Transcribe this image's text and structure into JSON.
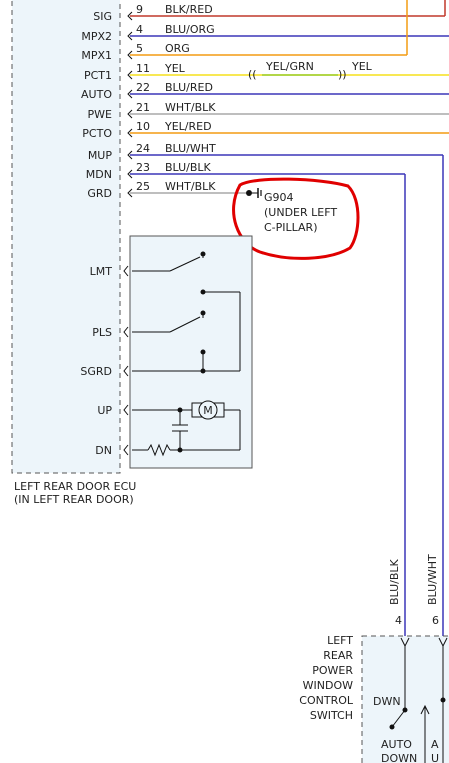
{
  "connector_pins": [
    {
      "label": "SIG",
      "pin": "9",
      "wire": "BLK/RED",
      "color": "#c0392b"
    },
    {
      "label": "MPX2",
      "pin": "4",
      "wire": "BLU/ORG",
      "color": "#3b36b8"
    },
    {
      "label": "MPX1",
      "pin": "5",
      "wire": "ORG",
      "color": "#f39c12"
    },
    {
      "label": "PCT1",
      "pin": "11",
      "wire": "YEL",
      "color": "#f5e11b"
    },
    {
      "label": "AUTO",
      "pin": "22",
      "wire": "BLU/RED",
      "color": "#3b36b8"
    },
    {
      "label": "PWE",
      "pin": "21",
      "wire": "WHT/BLK",
      "color": "#a9a9a9"
    },
    {
      "label": "PCTO",
      "pin": "10",
      "wire": "YEL/RED",
      "color": "#f39c12"
    },
    {
      "label": "MUP",
      "pin": "24",
      "wire": "BLU/WHT",
      "color": "#3b36b8"
    },
    {
      "label": "MDN",
      "pin": "23",
      "wire": "BLU/BLK",
      "color": "#3b36b8"
    },
    {
      "label": "GRD",
      "pin": "25",
      "wire": "WHT/BLK",
      "color": "#a9a9a9"
    }
  ],
  "splice": {
    "label": "YEL/GRN",
    "after": "YEL",
    "color": "#9acd32"
  },
  "ground": {
    "id": "G904",
    "location_line1": "(UNDER LEFT",
    "location_line2": "C-PILLAR)",
    "highlight_color": "#e00000"
  },
  "ecu": {
    "name": "LEFT REAR DOOR ECU",
    "location": "(IN LEFT REAR DOOR)",
    "internal_pins": [
      "LMT",
      "PLS",
      "SGRD",
      "UP",
      "DN"
    ],
    "motor_symbol": "M"
  },
  "switch": {
    "title_lines": [
      "LEFT",
      "REAR",
      "POWER",
      "WINDOW",
      "CONTROL",
      "SWITCH"
    ],
    "pins": [
      {
        "pin": "4",
        "wire": "BLU/BLK"
      },
      {
        "pin": "6",
        "wire": "BLU/WHT"
      }
    ],
    "dwn_label": "DWN",
    "auto_label": "AUTO",
    "down_label": "DOWN",
    "auto_partial": "A",
    "auto_partial2": "U"
  }
}
